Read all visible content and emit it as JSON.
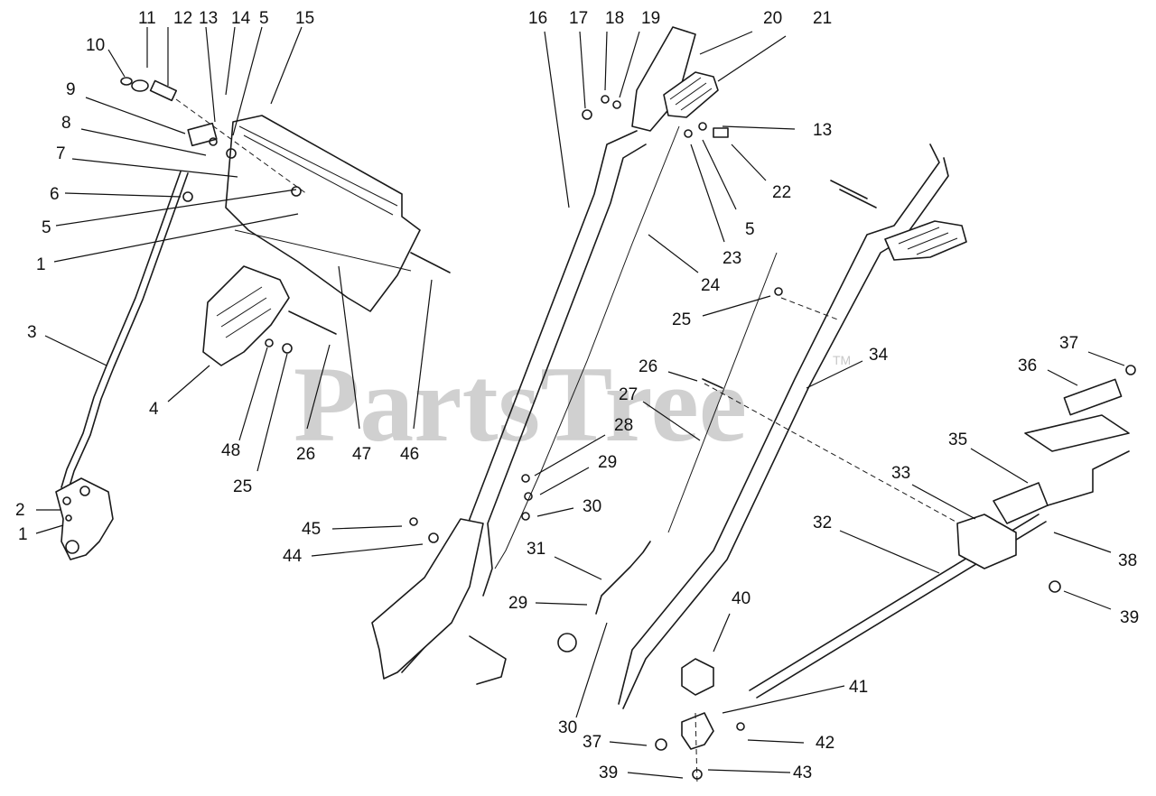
{
  "watermark": {
    "text": "PartsTree",
    "tm": "TM"
  },
  "callouts": [
    {
      "id": "c1",
      "label": "11"
    },
    {
      "id": "c2",
      "label": "12"
    },
    {
      "id": "c3",
      "label": "13"
    },
    {
      "id": "c4",
      "label": "14"
    },
    {
      "id": "c5",
      "label": "5"
    },
    {
      "id": "c6",
      "label": "15"
    },
    {
      "id": "c7",
      "label": "10"
    },
    {
      "id": "c8",
      "label": "9"
    },
    {
      "id": "c9",
      "label": "8"
    },
    {
      "id": "c10",
      "label": "7"
    },
    {
      "id": "c11",
      "label": "6"
    },
    {
      "id": "c12",
      "label": "5"
    },
    {
      "id": "c13",
      "label": "1"
    },
    {
      "id": "c14",
      "label": "3"
    },
    {
      "id": "c15",
      "label": "4"
    },
    {
      "id": "c16",
      "label": "48"
    },
    {
      "id": "c17",
      "label": "25"
    },
    {
      "id": "c18",
      "label": "26"
    },
    {
      "id": "c19",
      "label": "47"
    },
    {
      "id": "c20",
      "label": "46"
    },
    {
      "id": "c21",
      "label": "2"
    },
    {
      "id": "c22",
      "label": "1"
    },
    {
      "id": "c23",
      "label": "16"
    },
    {
      "id": "c24",
      "label": "17"
    },
    {
      "id": "c25",
      "label": "18"
    },
    {
      "id": "c26",
      "label": "19"
    },
    {
      "id": "c27",
      "label": "20"
    },
    {
      "id": "c28",
      "label": "21"
    },
    {
      "id": "c29",
      "label": "13"
    },
    {
      "id": "c30",
      "label": "22"
    },
    {
      "id": "c31",
      "label": "5"
    },
    {
      "id": "c32",
      "label": "23"
    },
    {
      "id": "c33",
      "label": "24"
    },
    {
      "id": "c34",
      "label": "25"
    },
    {
      "id": "c35",
      "label": "26"
    },
    {
      "id": "c36",
      "label": "27"
    },
    {
      "id": "c37",
      "label": "28"
    },
    {
      "id": "c38",
      "label": "29"
    },
    {
      "id": "c39",
      "label": "30"
    },
    {
      "id": "c40",
      "label": "34"
    },
    {
      "id": "c41",
      "label": "37"
    },
    {
      "id": "c42",
      "label": "36"
    },
    {
      "id": "c43",
      "label": "35"
    },
    {
      "id": "c44",
      "label": "33"
    },
    {
      "id": "c45",
      "label": "32"
    },
    {
      "id": "c46",
      "label": "38"
    },
    {
      "id": "c47",
      "label": "39"
    },
    {
      "id": "c48",
      "label": "45"
    },
    {
      "id": "c49",
      "label": "44"
    },
    {
      "id": "c50",
      "label": "31"
    },
    {
      "id": "c51",
      "label": "29"
    },
    {
      "id": "c52",
      "label": "40"
    },
    {
      "id": "c53",
      "label": "41"
    },
    {
      "id": "c54",
      "label": "42"
    },
    {
      "id": "c55",
      "label": "30"
    },
    {
      "id": "c56",
      "label": "37"
    },
    {
      "id": "c57",
      "label": "39"
    },
    {
      "id": "c58",
      "label": "43"
    }
  ]
}
